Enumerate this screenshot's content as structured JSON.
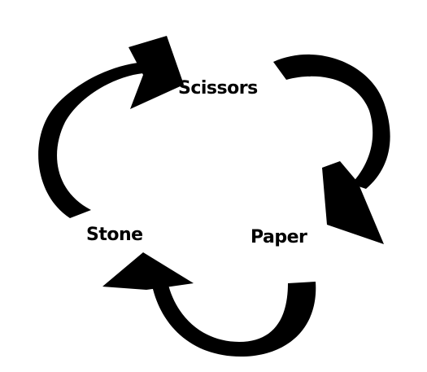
{
  "diagram": {
    "nodes": [
      {
        "id": "scissors",
        "label": "Scissors"
      },
      {
        "id": "paper",
        "label": "Paper"
      },
      {
        "id": "stone",
        "label": "Stone"
      }
    ],
    "edges": [
      {
        "from": "stone",
        "to": "scissors"
      },
      {
        "from": "scissors",
        "to": "paper"
      },
      {
        "from": "paper",
        "to": "stone"
      }
    ],
    "colors": {
      "arrow": "#000000",
      "background": "#ffffff",
      "text": "#000000"
    }
  }
}
